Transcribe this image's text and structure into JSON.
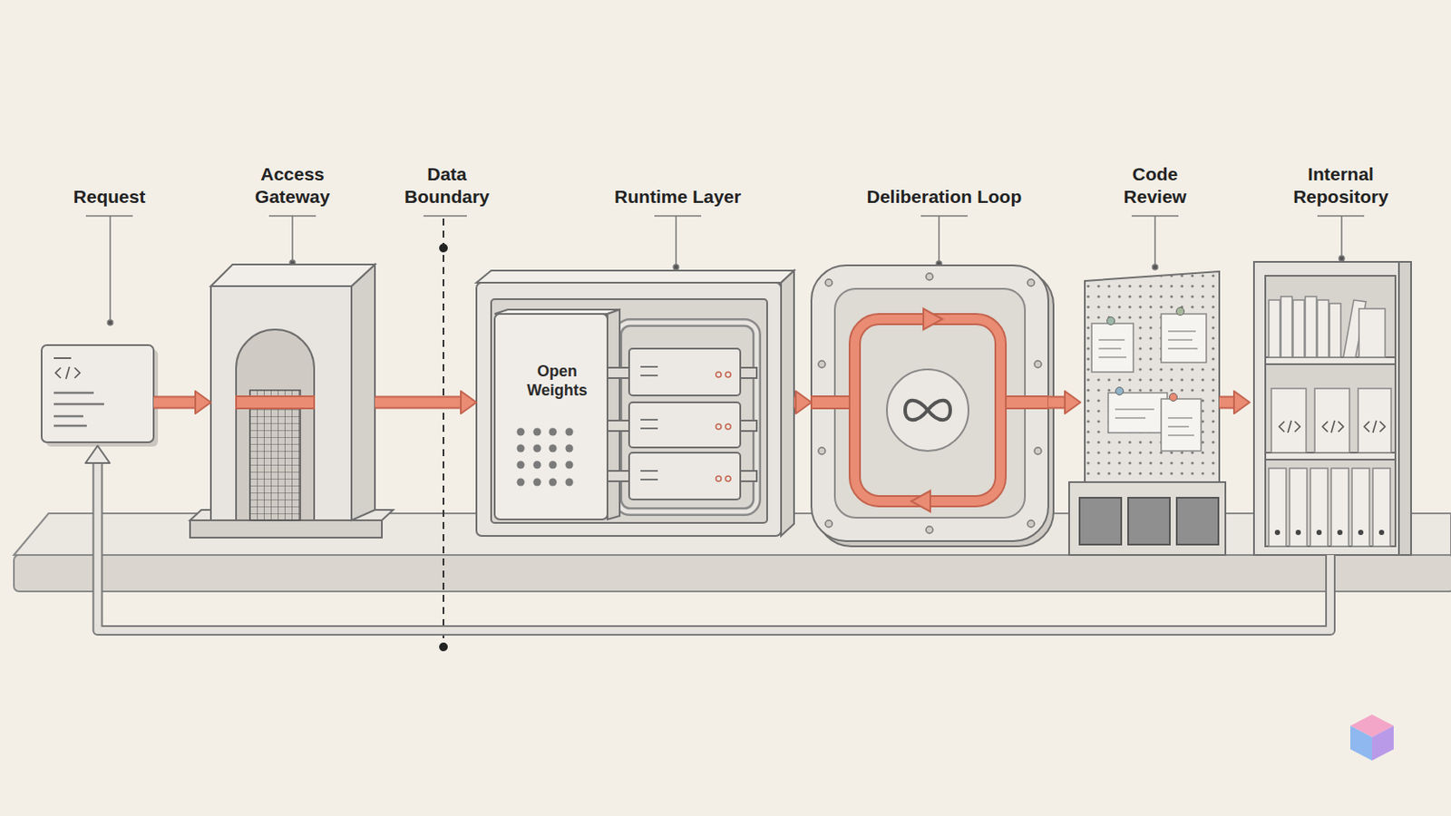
{
  "diagram": {
    "nodes": [
      {
        "text": [
          "Request"
        ]
      },
      {
        "text": [
          "Access Gateway"
        ]
      },
      {
        "text": [
          "Runtime Layer"
        ]
      },
      {
        "text": [
          "Open Weights"
        ],
        "in": 2
      },
      {
        "text": [
          "Deliberation Loop"
        ]
      },
      {
        "text": [
          "Code Review"
        ]
      },
      {
        "text": [
          "Internal Repository"
        ]
      }
    ],
    "edges": [
      {
        "from": 0,
        "to": 1,
        "arrow": "to"
      },
      {
        "from": 1,
        "to": 2,
        "arrow": "to"
      },
      {
        "from": 2,
        "to": 4,
        "arrow": "to"
      },
      {
        "from": 4,
        "to": 5,
        "arrow": "to"
      },
      {
        "from": 5,
        "to": 6,
        "arrow": "to"
      },
      {
        "from": 6,
        "to": 0,
        "arrow": "to"
      }
    ],
    "labels": [
      "Data Boundary"
    ]
  }
}
